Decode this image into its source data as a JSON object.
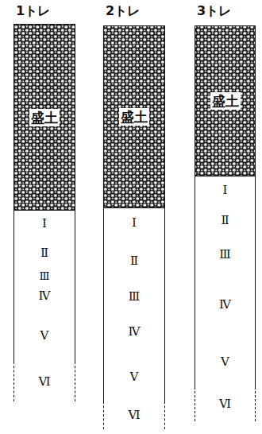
{
  "diagram": {
    "nodes": [
      {
        "text": [
          "1トレ"
        ]
      },
      {
        "text": [
          "盛土"
        ],
        "in": 0
      },
      {
        "text": [
          "Ⅰ"
        ],
        "in": 0
      },
      {
        "text": [
          "Ⅱ"
        ],
        "in": 0
      },
      {
        "text": [
          "Ⅲ"
        ],
        "in": 0
      },
      {
        "text": [
          "Ⅳ"
        ],
        "in": 0
      },
      {
        "text": [
          "Ⅴ"
        ],
        "in": 0
      },
      {
        "text": [
          "Ⅵ"
        ],
        "in": 0
      },
      {
        "text": [
          "2トレ"
        ]
      },
      {
        "text": [
          "盛土"
        ],
        "in": 8
      },
      {
        "text": [
          "Ⅰ"
        ],
        "in": 8
      },
      {
        "text": [
          "Ⅱ"
        ],
        "in": 8
      },
      {
        "text": [
          "Ⅲ"
        ],
        "in": 8
      },
      {
        "text": [
          "Ⅳ"
        ],
        "in": 8
      },
      {
        "text": [
          "Ⅴ"
        ],
        "in": 8
      },
      {
        "text": [
          "Ⅵ"
        ],
        "in": 8
      },
      {
        "text": [
          "3トレ"
        ]
      },
      {
        "text": [
          "盛土"
        ],
        "in": 16
      },
      {
        "text": [
          "Ⅰ"
        ],
        "in": 16
      },
      {
        "text": [
          "Ⅱ"
        ],
        "in": 16
      },
      {
        "text": [
          "Ⅲ"
        ],
        "in": 16
      },
      {
        "text": [
          "Ⅳ"
        ],
        "in": 16
      },
      {
        "text": [
          "Ⅴ"
        ],
        "in": 16
      },
      {
        "text": [
          "Ⅵ"
        ],
        "in": 16
      }
    ]
  }
}
